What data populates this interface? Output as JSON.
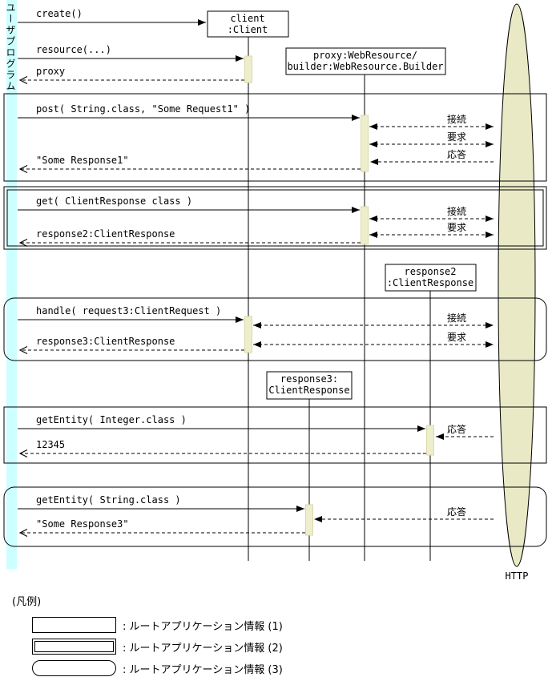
{
  "actor": {
    "label": "ユーザプログラム"
  },
  "objects": {
    "client": {
      "line1": "client",
      "line2": ":Client"
    },
    "proxy": {
      "line1": "proxy:WebResource/",
      "line2": "builder:WebResource.Builder"
    },
    "response2": {
      "line1": "response2",
      "line2": ":ClientResponse"
    },
    "response3": {
      "line1": "response3:",
      "line2": "ClientResponse"
    }
  },
  "http": {
    "label": "HTTP"
  },
  "messages": {
    "create": "create()",
    "resource": "resource(...)",
    "proxy_return": "proxy",
    "post": "post( String.class, \"Some Request1\" )",
    "post_connect": "接続",
    "post_request": "要求",
    "post_response": "応答",
    "post_return": "\"Some Response1\"",
    "get": "get( ClientResponse class )",
    "get_connect": "接続",
    "get_request": "要求",
    "get_return": "response2:ClientResponse",
    "handle": "handle( request3:ClientRequest )",
    "handle_connect": "接続",
    "handle_request": "要求",
    "handle_return": "response3:ClientResponse",
    "getentity_int": "getEntity( Integer.class )",
    "getentity_int_response": "応答",
    "getentity_int_return": "12345",
    "getentity_str": "getEntity( String.class )",
    "getentity_str_response": "応答",
    "getentity_str_return": "\"Some Response3\""
  },
  "legend": {
    "title": "(凡例)",
    "items": [
      ": ルートアプリケーション情報 (1)",
      ": ルートアプリケーション情報 (2)",
      ": ルートアプリケーション情報 (3)"
    ]
  },
  "colors": {
    "actor_bar": "#ccffff",
    "activation": "#eeeecd",
    "http_ellipse": "#e9e9c6",
    "line": "#000000"
  }
}
